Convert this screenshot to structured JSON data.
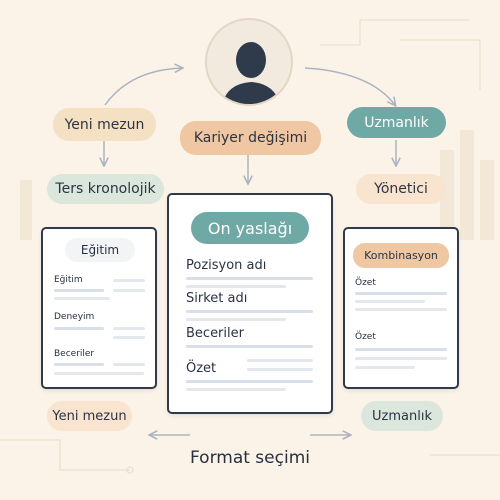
{
  "top_left_tags": [
    "Yeni mezun",
    "Ters kronolojik"
  ],
  "center_top_tag": "Kariyer değişimi",
  "top_right_tags": [
    "Uzmanlık",
    "Yönetici"
  ],
  "left_card": {
    "header": "Eğitim",
    "sections": [
      "Eğitim",
      "Deneyim",
      "Beceriler"
    ]
  },
  "center_card": {
    "header": "On yaslağı",
    "sections": [
      "Pozisyon adı",
      "Sirket adı",
      "Beceriler",
      "Özet"
    ]
  },
  "right_card": {
    "header": "Kombinasyon",
    "sections": [
      "Özet",
      "Özet"
    ]
  },
  "bottom_left_tag": "Yeni mezun",
  "bottom_right_tag": "Uzmanlık",
  "footer_title": "Format seçimi",
  "icons": [
    "user-avatar-icon"
  ],
  "colors": {
    "background": "#fbf3e8",
    "teal": "#6fa9a6",
    "orange": "#f0c7a3",
    "mint": "#dbe6dc",
    "dark": "#2f3a4b"
  }
}
